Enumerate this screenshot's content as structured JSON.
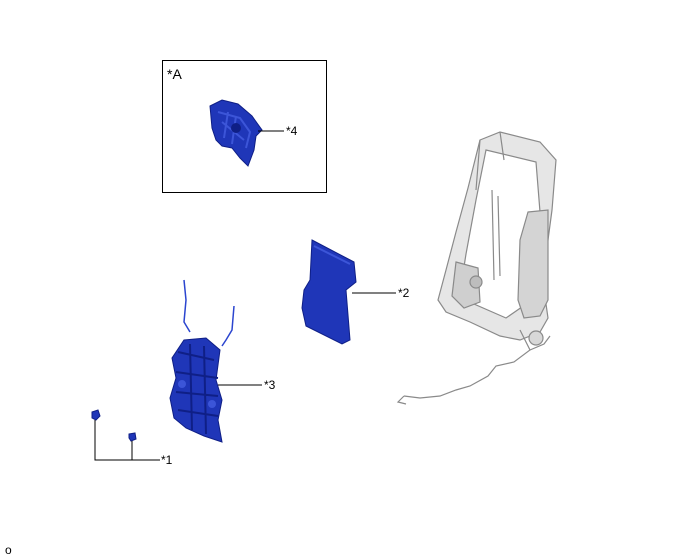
{
  "callouts": {
    "c1": "*1",
    "c2": "*2",
    "c3": "*3",
    "c4": "*4"
  },
  "inset": {
    "label": "*A"
  },
  "footer": {
    "code": "o"
  },
  "colors": {
    "part_blue": "#1f36b8",
    "part_blue_dark": "#0f1f86",
    "part_blue_light": "#3c55d8",
    "frame_grey": "#b9b9b9",
    "frame_grey_dark": "#7a7a7a",
    "leader_line": "#000000"
  },
  "icons": [
    "seat-frame",
    "seat-heater-pad",
    "lumbar-support",
    "clip",
    "lumbar-inset-part"
  ]
}
